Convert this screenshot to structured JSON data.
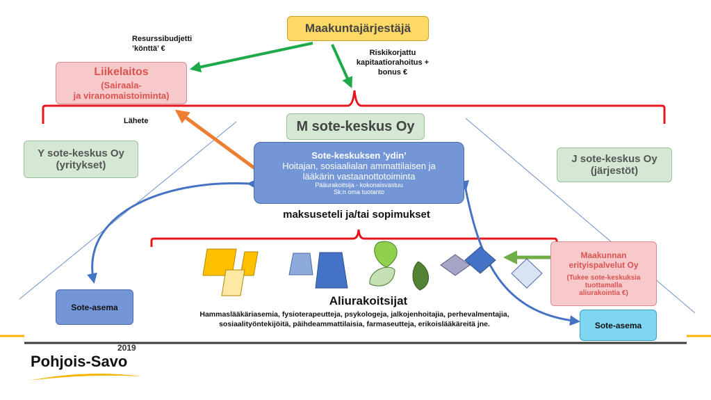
{
  "colors": {
    "bracket_red": "#e8141c",
    "arrow_green": "#1faa4a",
    "arrow_orange": "#ed7d31",
    "arrow_blue": "#4472c4",
    "arrow_lightgreen": "#70ad47",
    "box_yellow": "#ffd966",
    "box_pink": "#f8c9cb",
    "box_green": "#d5e8d4",
    "box_blue": "#7396d6",
    "box_lightblue": "#7fd6f2",
    "footer_line": "#f5b400"
  },
  "organizer": {
    "label": "Maakuntajärjestäjä"
  },
  "resource_budget": {
    "line1": "Resurssibudjetti",
    "line2": "’könttä’ €"
  },
  "risk_funding": {
    "line1": "Riskikorjattu",
    "line2": "kapitaatiorahoitus +",
    "line3": "bonus €"
  },
  "liikelaitos": {
    "title": "Liikelaitos",
    "line1": "(Sairaala-",
    "line2": "ja viranomaistoiminta)"
  },
  "referral": {
    "label": "Lähete"
  },
  "m_center": {
    "label": "M sote-keskus Oy"
  },
  "y_center": {
    "line1": "Y sote-keskus Oy",
    "line2": "(yritykset)"
  },
  "j_center": {
    "line1": "J sote-keskus Oy",
    "line2": "(järjestöt)"
  },
  "core": {
    "title": "Sote-keskuksen ’ydin’",
    "line1": "Hoitajan, sosiaalialan ammattilaisen ja",
    "line2": "lääkärin vastaanottotoiminta",
    "line3": "Pääurakoitsija - kokonaisvastuu",
    "line4": "Sk:n oma tuotanto"
  },
  "payment": {
    "label": "maksuseteli ja/tai sopimukset"
  },
  "regional_services": {
    "line1": "Maakunnan",
    "line2": "erityispalvelut Oy",
    "line3": "(Tukee sote-keskuksia",
    "line4": "tuottamalla",
    "line5": "aliurakointia €)"
  },
  "station_left": {
    "label": "Sote-asema"
  },
  "station_right": {
    "label": "Sote-asema"
  },
  "subcontractors": {
    "title": "Aliurakoitsijat",
    "line1": "Hammaslääkäriasemia,  fysioterapeutteja,  psykologeja,  jalkojenhoitajia,  perhevalmentajia,",
    "line2": "sosiaalityöntekijöitä,  päihdeammattilaisia,  farmaseutteja,  erikoislääkäreitä  jne."
  },
  "logo": {
    "year": "2019",
    "name": "Pohjois-Savo"
  }
}
